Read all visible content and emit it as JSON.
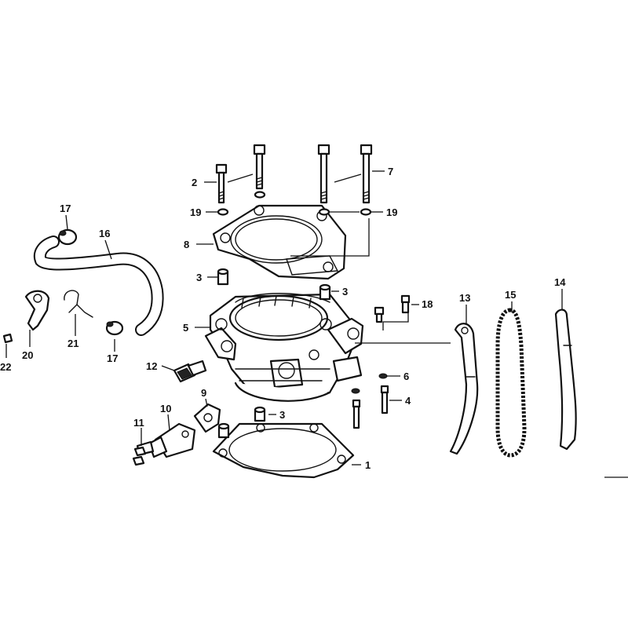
{
  "callouts": {
    "c1": "1",
    "c2": "2",
    "c3a": "3",
    "c3b": "3",
    "c3c": "3",
    "c4": "4",
    "c5": "5",
    "c6": "6",
    "c7": "7",
    "c8": "8",
    "c9": "9",
    "c10": "10",
    "c11": "11",
    "c12": "12",
    "c13": "13",
    "c14": "14",
    "c15": "15",
    "c16": "16",
    "c17a": "17",
    "c17b": "17",
    "c18": "18",
    "c19a": "19",
    "c19b": "19",
    "c20": "20",
    "c21": "21",
    "c22": "22"
  }
}
